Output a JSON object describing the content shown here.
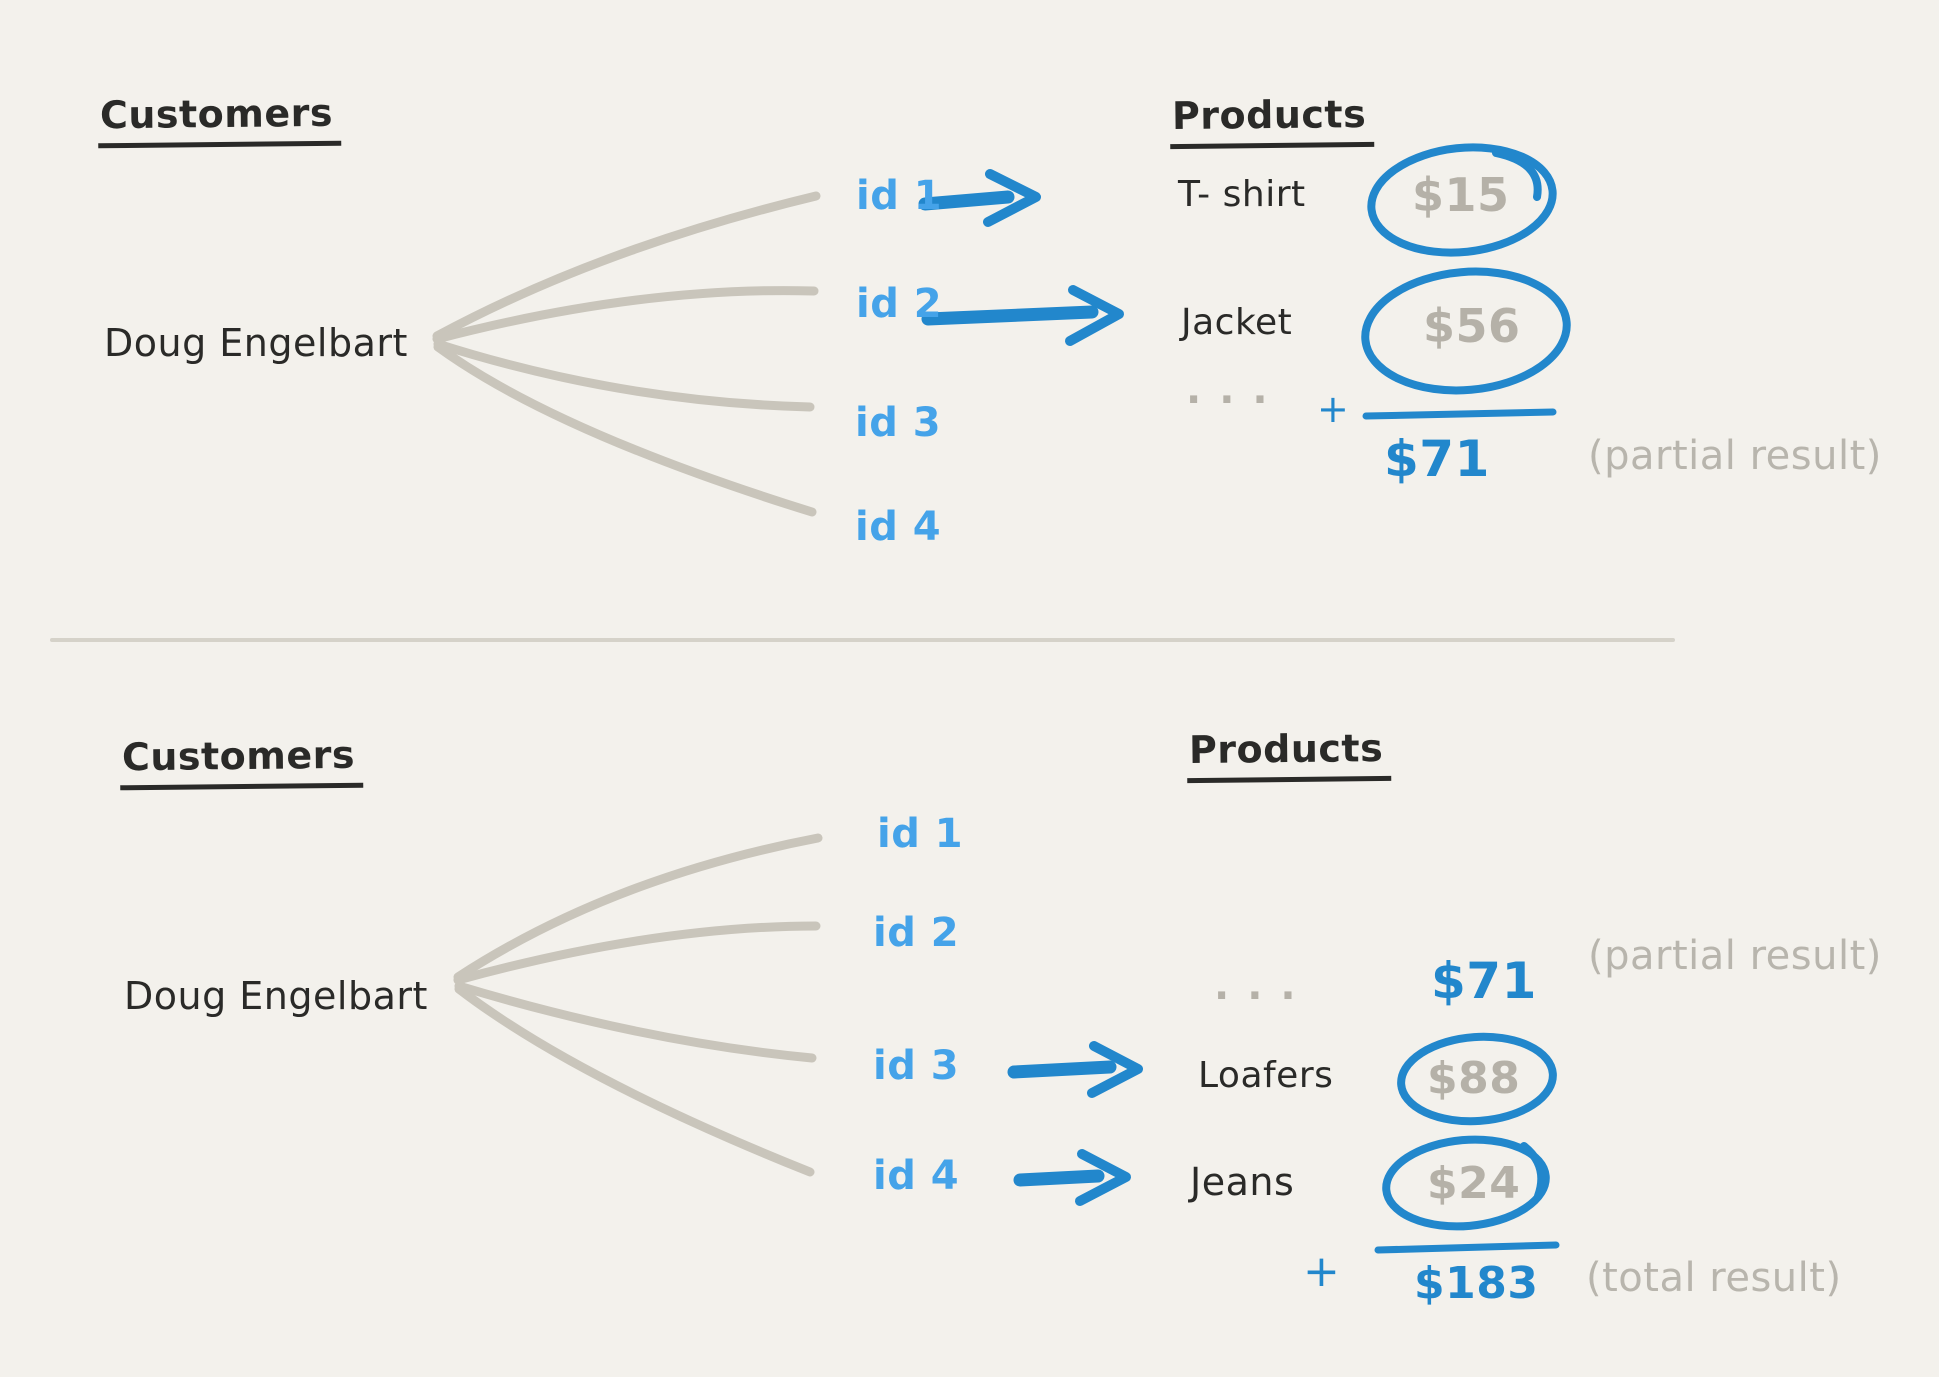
{
  "colors": {
    "background": "#f3f1ec",
    "ink": "#2a2a28",
    "id_blue": "#45a3e9",
    "stroke_blue": "#2287cc",
    "price_gray": "#b5b1a8",
    "note_gray": "#b8b5ad",
    "branch_gray": "#c9c5bb",
    "divider": "#d5d2c9"
  },
  "top": {
    "customers_heading": "Customers",
    "products_heading": "Products",
    "customer_name": "Doug Engelbart",
    "ids": [
      "id 1",
      "id 2",
      "id 3",
      "id 4"
    ],
    "products": [
      {
        "name": "T- shirt",
        "price": "$15"
      },
      {
        "name": "Jacket",
        "price": "$56"
      }
    ],
    "ellipsis": "···",
    "plus": "+",
    "sum": "$71",
    "note": "(partial result)"
  },
  "bottom": {
    "customers_heading": "Customers",
    "products_heading": "Products",
    "customer_name": "Doug Engelbart",
    "ids": [
      "id 1",
      "id 2",
      "id 3",
      "id 4"
    ],
    "ellipsis": "···",
    "carry_sum": "$71",
    "carry_note": "(partial result)",
    "products": [
      {
        "name": "Loafers",
        "price": "$88"
      },
      {
        "name": "Jeans",
        "price": "$24"
      }
    ],
    "plus": "+",
    "sum": "$183",
    "note": "(total result)"
  }
}
